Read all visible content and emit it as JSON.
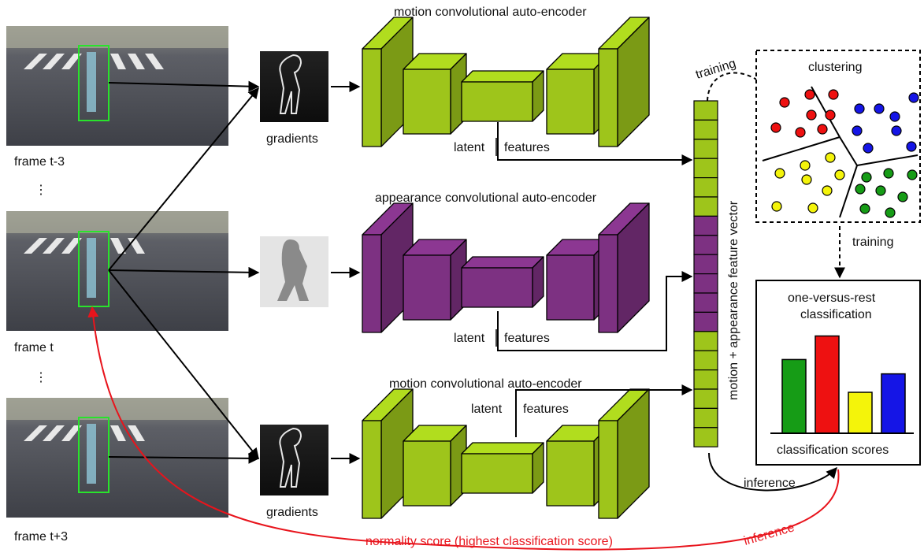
{
  "frames": {
    "top": "frame t-3",
    "middle": "frame t",
    "bottom": "frame t+3",
    "ellipsis": "⋮"
  },
  "gradients_label": "gradients",
  "encoders": {
    "motion_top": "motion convolutional auto-encoder",
    "appearance": "appearance convolutional auto-encoder",
    "motion_bottom": "motion convolutional auto-encoder"
  },
  "latent_label": "latent",
  "features_label": "features",
  "feature_vector_label": "motion + appearance feature vector",
  "clustering_label": "clustering",
  "training_label": "training",
  "classification": {
    "title_line1": "one-versus-rest",
    "title_line2": "classification",
    "scores_label": "classification scores",
    "bar_colors": [
      "#169c16",
      "#ee1111",
      "#f4f40a",
      "#1515e6"
    ],
    "bar_values": [
      0.72,
      0.95,
      0.4,
      0.58
    ]
  },
  "inference_label": "inference",
  "normality_label": "normality score (highest classification score)",
  "colors": {
    "green": "#9ec51b",
    "purple": "#7d3182",
    "red_arrow": "#e8141c"
  }
}
